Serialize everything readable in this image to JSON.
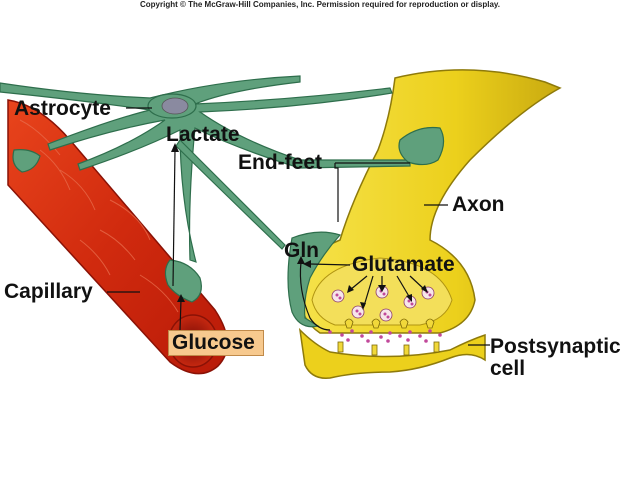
{
  "copyright": "Copyright © The McGraw-Hill Companies, Inc. Permission required for reproduction or display.",
  "labels": {
    "astrocyte": "Astrocyte",
    "lactate": "Lactate",
    "end_feet": "End-feet",
    "axon": "Axon",
    "gln": "Gln",
    "glutamate": "Glutamate",
    "capillary": "Capillary",
    "glucose": "Glucose",
    "postsynaptic_line1": "Postsynaptic",
    "postsynaptic_line2": "cell"
  },
  "colors": {
    "capillary": "#d42a10",
    "astrocyte": "#5fa07c",
    "axon": "#f0d21e",
    "vesicle": "#c1489a",
    "glucose_box": "#f7c98e"
  }
}
